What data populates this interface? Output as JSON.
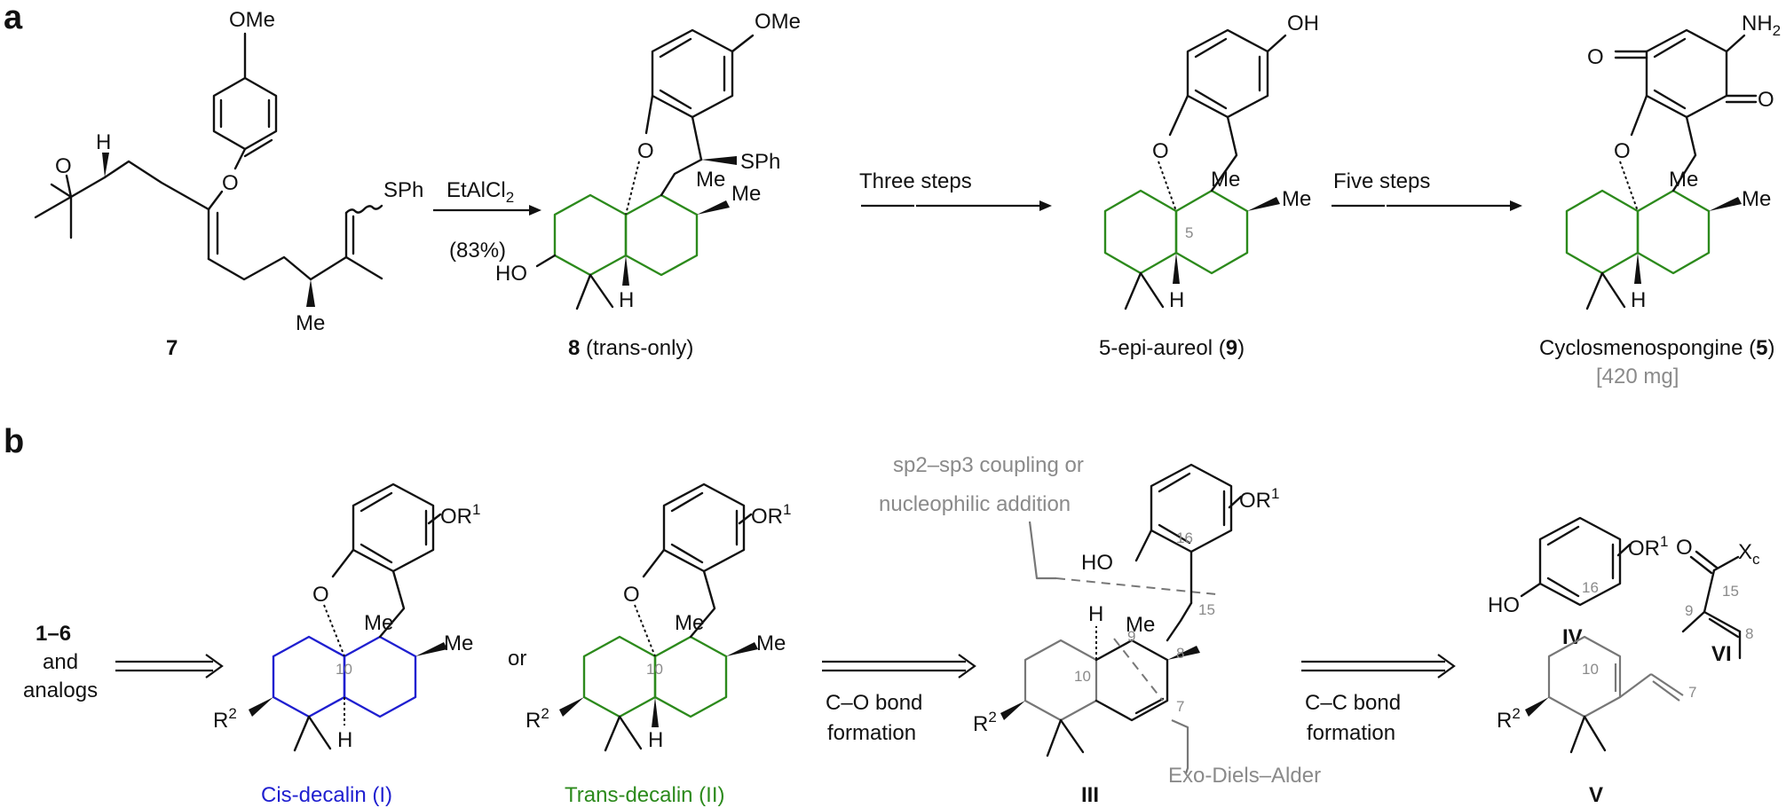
{
  "panels": {
    "a": "a",
    "b": "b"
  },
  "atoms": {
    "OMe": "OMe",
    "O": "O",
    "H": "H",
    "SPh": "SPh",
    "Me": "Me",
    "HO": "HO",
    "OH": "OH",
    "NH2": "NH",
    "NH2_sub": "2",
    "OR": "OR",
    "OR_sup": "1",
    "R": "R",
    "R_sup": "2",
    "X": "X",
    "X_sub": "c"
  },
  "panel_a": {
    "compound7": "7",
    "reagent": "EtAlCl",
    "reagent_sub": "2",
    "yield": "(83%)",
    "cmpd8_num": "8",
    "cmpd8_rest": " (trans-only)",
    "three_steps": "Three steps",
    "cmpd9_pre": "5-epi-aureol (",
    "cmpd9_num": "9",
    "cmpd9_post": ")",
    "five_steps": "Five steps",
    "cmpd5_pre": "Cyclosmenospongine (",
    "cmpd5_num": "5",
    "cmpd5_post": ")",
    "scale": "[420 mg]",
    "locant5": "5"
  },
  "panel_b": {
    "start_num": "1–6",
    "start_and": "and",
    "start_analogs": "analogs",
    "or": "or",
    "cis_label": "Cis-decalin (I)",
    "trans_label": "Trans-decalin (II)",
    "co_line1": "C–O bond",
    "co_line2": "formation",
    "cc_line1": "C–C bond",
    "cc_line2": "formation",
    "coupling_line1": "sp2–sp3 coupling or",
    "coupling_line2": "nucleophilic addition",
    "diels_alder": "Exo-Diels–Alder",
    "III": "III",
    "IV": "IV",
    "V": "V",
    "VI": "VI",
    "locants": {
      "n10": "10",
      "n9": "9",
      "n8": "8",
      "n7": "7",
      "n15": "15",
      "n16": "16"
    }
  },
  "colors": {
    "cis": "#1f1fd0",
    "trans": "#2c8a1c",
    "annotation": "#8a8a8a"
  }
}
